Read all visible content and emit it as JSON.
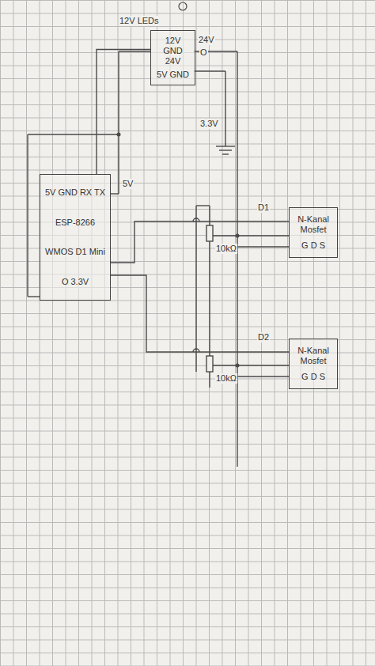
{
  "diagram": {
    "nodes": [
      {
        "text": [
          "12V GND 24V",
          "5V GND"
        ]
      },
      {
        "text": [
          "5V GND RX TX",
          "ESP-8266",
          "WMOS D1 Mini",
          "O 3.3V"
        ]
      },
      {
        "text": [
          "N-Kanal Mosfet",
          "G D S"
        ]
      },
      {
        "text": [
          "N-Kanal Mosfet",
          "G D S"
        ]
      }
    ],
    "edges": [
      {
        "from": 0,
        "to": 1,
        "arrow": "none"
      },
      {
        "from": 1,
        "to": 2,
        "arrow": "none"
      },
      {
        "from": 1,
        "to": 3,
        "arrow": "none"
      }
    ],
    "labels": [
      "12V LEDs",
      "24V",
      "O",
      "3.3V",
      "5V",
      "D1",
      "D2",
      "10kΩ",
      "10kΩ"
    ]
  }
}
